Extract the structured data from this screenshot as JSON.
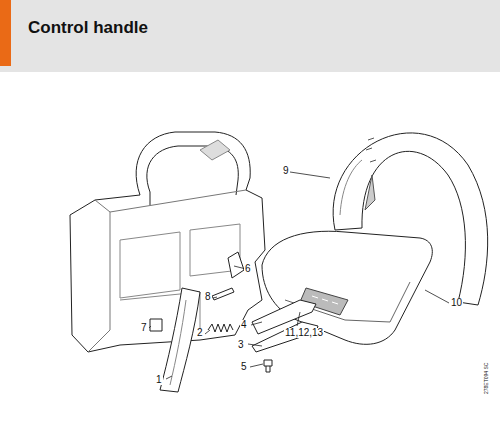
{
  "diagram": {
    "title": "Control handle",
    "labels": [
      "9",
      "6",
      "8",
      "10",
      "7",
      "2",
      "4",
      "11,12,13",
      "3",
      "5",
      "1",
      "278ET094 SC"
    ]
  }
}
